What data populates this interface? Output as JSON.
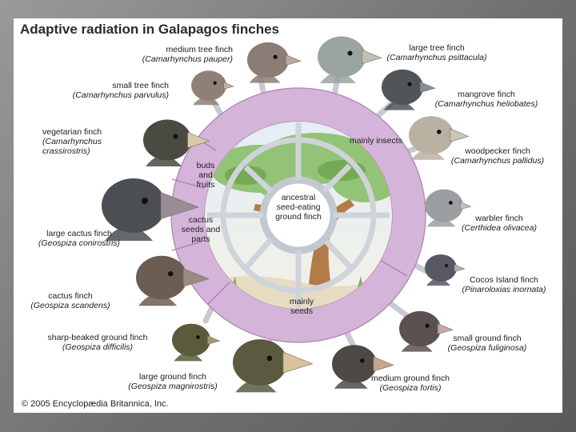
{
  "title": "Adaptive radiation in Galapagos finches",
  "credit": "© 2005 Encyclopædia Britannica, Inc.",
  "center_label": "ancestral seed-eating ground finch",
  "diet_labels": {
    "insects": "mainly insects",
    "buds": "buds and fruits",
    "cactus": "cactus seeds and parts",
    "seeds": "mainly seeds"
  },
  "finches": [
    {
      "common": "medium tree finch",
      "scientific": "(Camarhynchus pauper)",
      "color": "#8c7c76"
    },
    {
      "common": "large tree finch",
      "scientific": "(Camarhynchus psittacula)",
      "color": "#9aa59f"
    },
    {
      "common": "small tree finch",
      "scientific": "(Camarhynchus parvulus)",
      "color": "#8f7f77"
    },
    {
      "common": "mangrove finch",
      "scientific": "(Camarhynchus heliobates)",
      "color": "#4f5559"
    },
    {
      "common": "vegetarian finch",
      "scientific": "(Camarhynchus crassirostris)",
      "color": "#4a4a42"
    },
    {
      "common": "woodpecker finch",
      "scientific": "(Camarhynchus pallidus)",
      "color": "#bab1a2"
    },
    {
      "common": "large cactus finch",
      "scientific": "(Geospiza conirostris)",
      "color": "#4b4e52"
    },
    {
      "common": "warbler finch",
      "scientific": "(Certhidea olivacea)",
      "color": "#9b9ea0"
    },
    {
      "common": "cactus finch",
      "scientific": "(Geospiza scandens)",
      "color": "#6b5d52"
    },
    {
      "common": "Cocos Island finch",
      "scientific": "(Pinaroloxias inornata)",
      "color": "#595763"
    },
    {
      "common": "sharp-beaked ground finch",
      "scientific": "(Geospiza difficilis)",
      "color": "#5b5a3a"
    },
    {
      "common": "small ground finch",
      "scientific": "(Geospiza fuliginosa)",
      "color": "#5c5050"
    },
    {
      "common": "large ground finch",
      "scientific": "(Geospiza magnirostris)",
      "color": "#5b5a40"
    },
    {
      "common": "medium ground finch",
      "scientific": "(Geospiza fortis)",
      "color": "#4d4947"
    }
  ]
}
